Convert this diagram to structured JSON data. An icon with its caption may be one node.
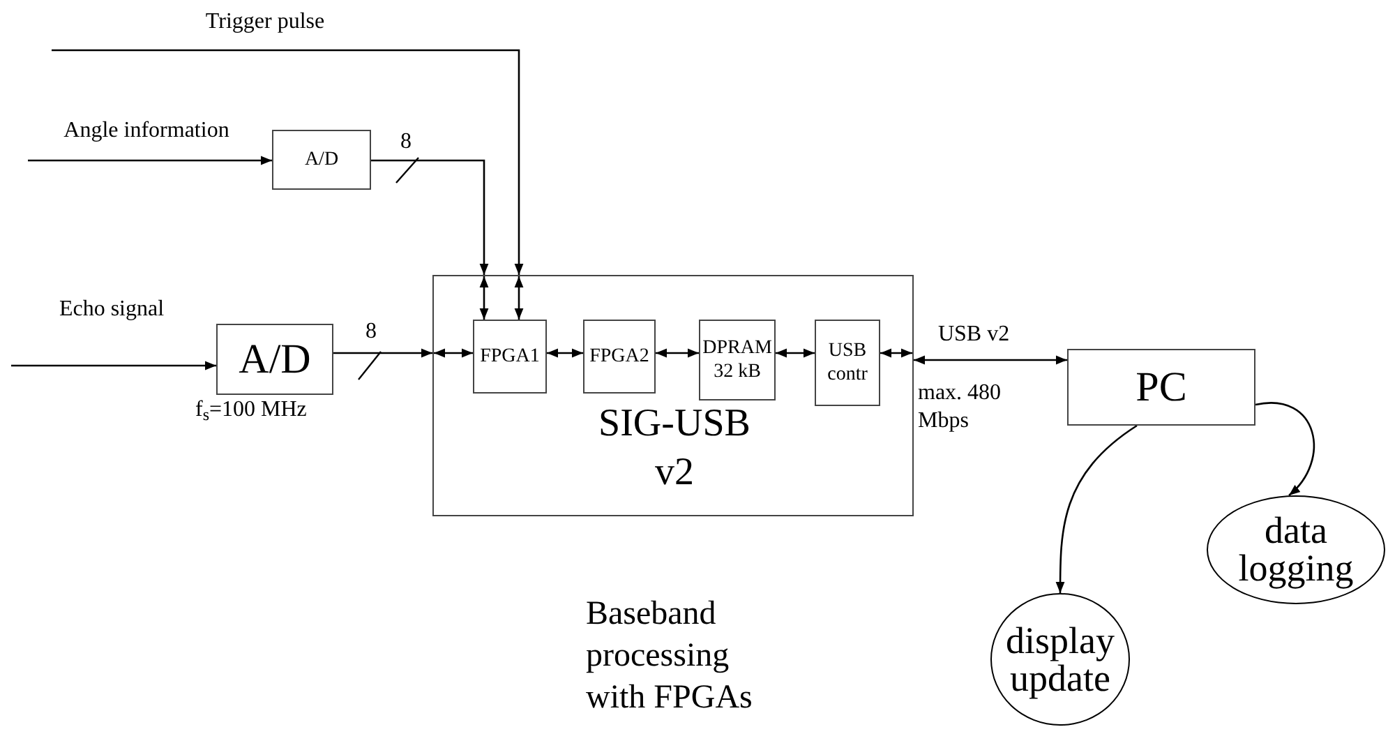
{
  "diagram": {
    "nodes": [
      {
        "text": [
          "A/D"
        ]
      },
      {
        "text": [
          "A/D"
        ],
        "beside": [
          "f$_{s}$=100 MHz"
        ]
      },
      {
        "text": [
          "SIG-USB v2"
        ],
        "beside": [
          "Baseband processing with FPGAs"
        ]
      },
      {
        "text": [
          "FPGA1"
        ],
        "in": 2
      },
      {
        "text": [
          "FPGA2"
        ],
        "in": 2
      },
      {
        "text": [
          "DPRAM 32 kB"
        ],
        "in": 2
      },
      {
        "text": [
          "USB contr"
        ],
        "in": 2
      },
      {
        "text": [
          "PC"
        ]
      },
      {
        "text": [
          "display update"
        ]
      },
      {
        "text": [
          "data logging"
        ]
      }
    ],
    "edges": [
      {
        "from": null,
        "to": 0,
        "arrow": "to",
        "label": "Angle information"
      },
      {
        "from": 0,
        "to": 2,
        "arrow": "to",
        "label": "8"
      },
      {
        "from": 2,
        "to": 3,
        "arrow": "both"
      },
      {
        "from": null,
        "to": 2,
        "arrow": "to",
        "label": "Trigger pulse"
      },
      {
        "from": 2,
        "to": 3,
        "arrow": "both"
      },
      {
        "from": null,
        "to": 1,
        "arrow": "to",
        "label": "Echo signal"
      },
      {
        "from": 1,
        "to": 2,
        "arrow": "to",
        "label": "8"
      },
      {
        "from": 2,
        "to": 3,
        "arrow": "both"
      },
      {
        "from": 3,
        "to": 4,
        "arrow": "both"
      },
      {
        "from": 4,
        "to": 5,
        "arrow": "both"
      },
      {
        "from": 5,
        "to": 6,
        "arrow": "both"
      },
      {
        "from": 6,
        "to": 2,
        "arrow": "both"
      },
      {
        "from": 2,
        "to": 7,
        "arrow": "both",
        "label": "USB v2"
      },
      {
        "from": 7,
        "to": 8,
        "arrow": "to"
      },
      {
        "from": 7,
        "to": 9,
        "arrow": "to"
      }
    ],
    "labels": [
      "max. 480 Mbps"
    ]
  }
}
